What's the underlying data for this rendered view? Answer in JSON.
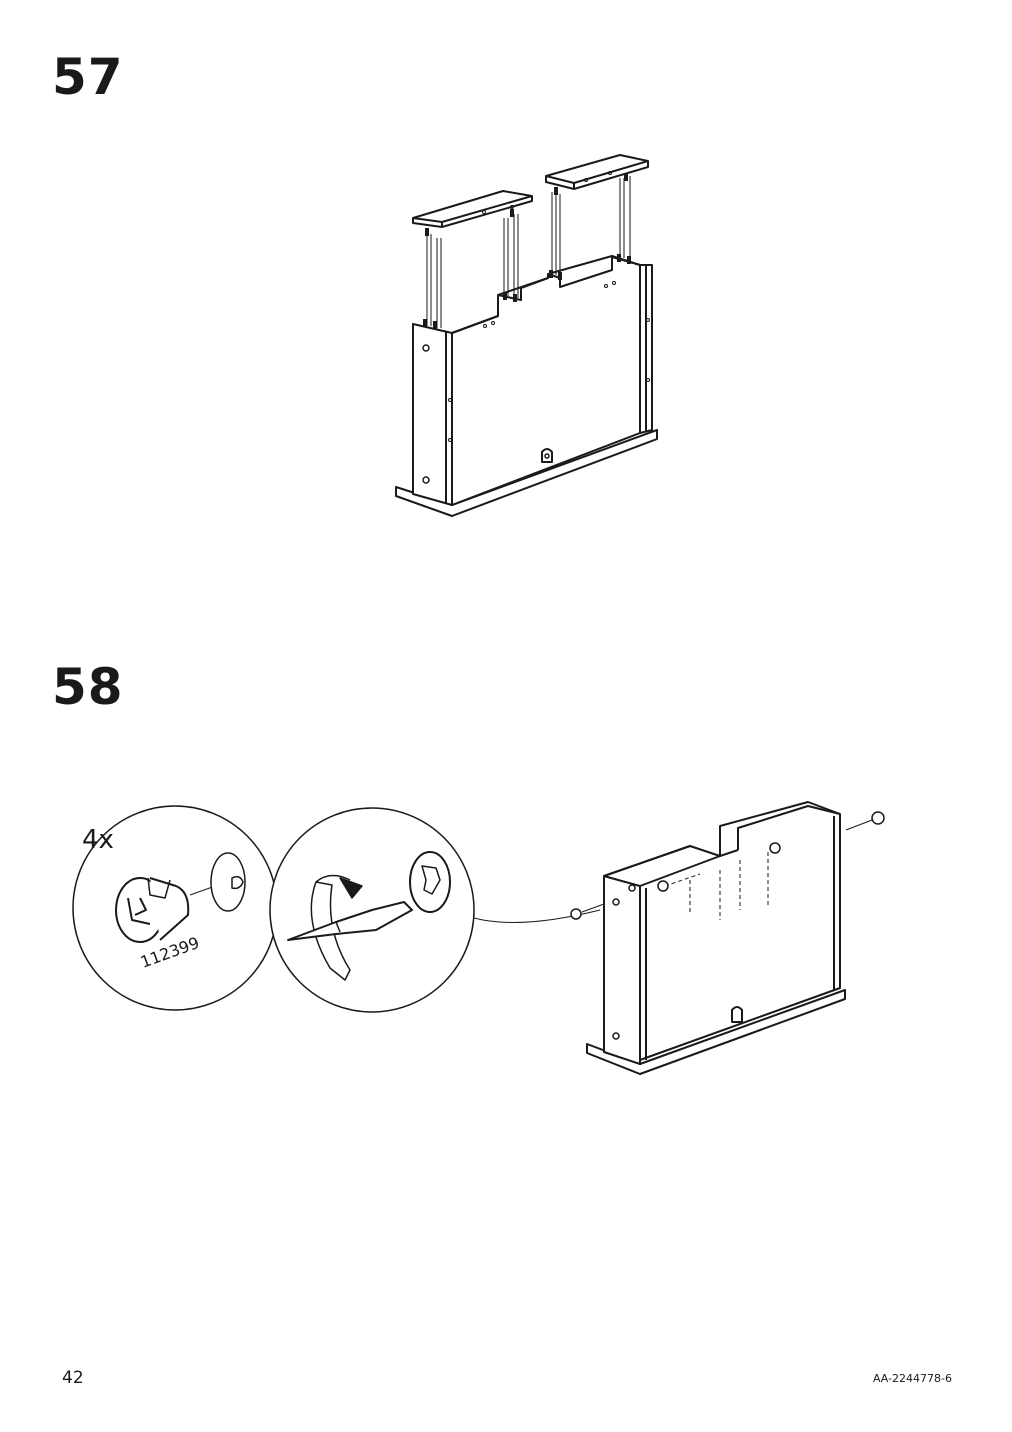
{
  "steps": [
    {
      "number": "57"
    },
    {
      "number": "58",
      "quantity": "4x",
      "part_number": "112399"
    }
  ],
  "footer": {
    "page_number": "42",
    "document_code": "AA-2244778-6"
  }
}
